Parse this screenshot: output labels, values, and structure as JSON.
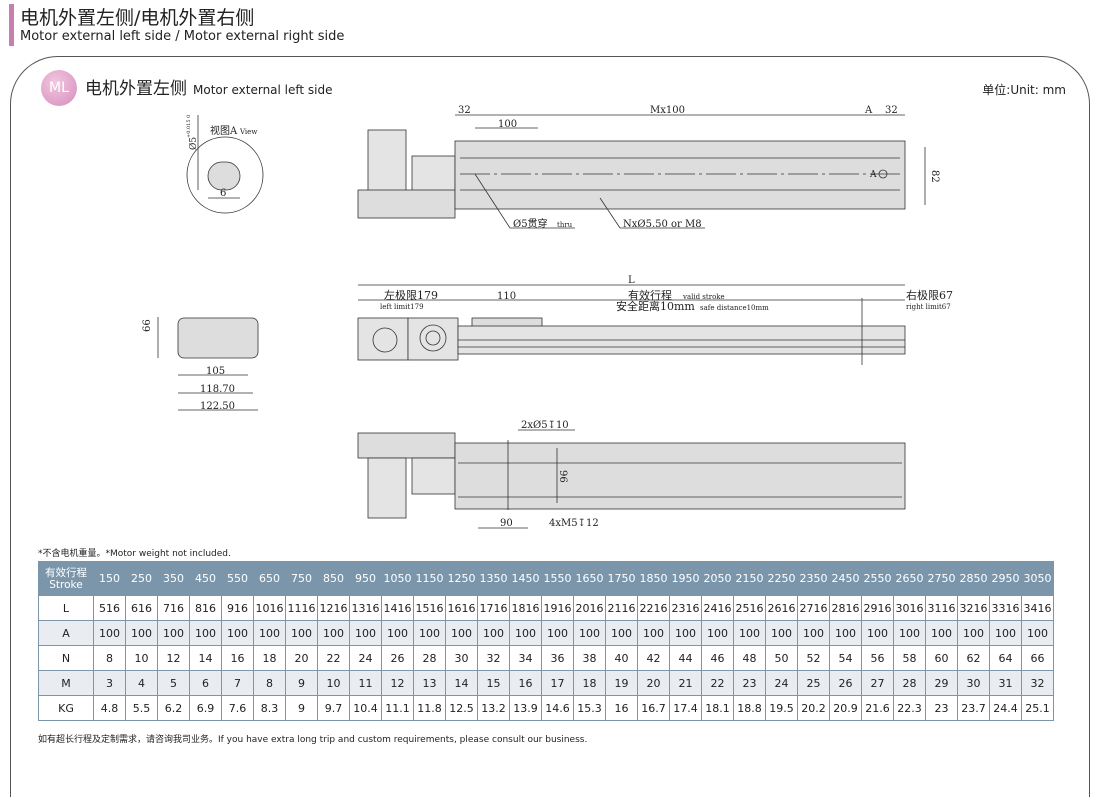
{
  "header": {
    "title": "电机外置左侧/电机外置右侧",
    "subtitle": "Motor external left side / Motor external right side"
  },
  "section": {
    "badge": "ML",
    "title": "电机外置左侧",
    "title_en": "Motor external left side",
    "unit": "单位:Unit: mm"
  },
  "drawing": {
    "view_a": {
      "label": "视图A",
      "label_en": "View",
      "dia": "Ø5",
      "tol": "+0.015 0",
      "width": "6"
    },
    "top": {
      "d32_left": "32",
      "mx100": "Mx100",
      "d_a": "A",
      "d32_right": "32",
      "d100": "100",
      "d82": "82",
      "a_mark": "A",
      "thru_hole": "Ø5贯穿",
      "thru_en": "thru",
      "holes": "NxØ5.50 or M8"
    },
    "side": {
      "L": "L",
      "left_limit": "左极限179",
      "left_limit_en": "left limit179",
      "d110": "110",
      "stroke": "有效行程",
      "stroke_en": "valid stroke",
      "safe": "安全距离10mm",
      "safe_en": "safe distance10mm",
      "right_limit": "右极限67",
      "right_limit_en": "right limit67"
    },
    "end": {
      "d66": "66",
      "d105": "105",
      "d118": "118.70",
      "d122": "122.50"
    },
    "bottom": {
      "pins": "2xØ5↧10",
      "d96": "96",
      "d90": "90",
      "screws": "4xM5↧12"
    }
  },
  "table": {
    "note": "*不含电机重量。*Motor weight not included.",
    "header_cn": "有效行程",
    "header_en": "Stroke",
    "strokes": [
      "150",
      "250",
      "350",
      "450",
      "550",
      "650",
      "750",
      "850",
      "950",
      "1050",
      "1150",
      "1250",
      "1350",
      "1450",
      "1550",
      "1650",
      "1750",
      "1850",
      "1950",
      "2050",
      "2150",
      "2250",
      "2350",
      "2450",
      "2550",
      "2650",
      "2750",
      "2850",
      "2950",
      "3050"
    ],
    "rows": [
      {
        "label": "L",
        "values": [
          "516",
          "616",
          "716",
          "816",
          "916",
          "1016",
          "1116",
          "1216",
          "1316",
          "1416",
          "1516",
          "1616",
          "1716",
          "1816",
          "1916",
          "2016",
          "2116",
          "2216",
          "2316",
          "2416",
          "2516",
          "2616",
          "2716",
          "2816",
          "2916",
          "3016",
          "3116",
          "3216",
          "3316",
          "3416"
        ]
      },
      {
        "label": "A",
        "values": [
          "100",
          "100",
          "100",
          "100",
          "100",
          "100",
          "100",
          "100",
          "100",
          "100",
          "100",
          "100",
          "100",
          "100",
          "100",
          "100",
          "100",
          "100",
          "100",
          "100",
          "100",
          "100",
          "100",
          "100",
          "100",
          "100",
          "100",
          "100",
          "100",
          "100"
        ]
      },
      {
        "label": "N",
        "values": [
          "8",
          "10",
          "12",
          "14",
          "16",
          "18",
          "20",
          "22",
          "24",
          "26",
          "28",
          "30",
          "32",
          "34",
          "36",
          "38",
          "40",
          "42",
          "44",
          "46",
          "48",
          "50",
          "52",
          "54",
          "56",
          "58",
          "60",
          "62",
          "64",
          "66"
        ]
      },
      {
        "label": "M",
        "values": [
          "3",
          "4",
          "5",
          "6",
          "7",
          "8",
          "9",
          "10",
          "11",
          "12",
          "13",
          "14",
          "15",
          "16",
          "17",
          "18",
          "19",
          "20",
          "21",
          "22",
          "23",
          "24",
          "25",
          "26",
          "27",
          "28",
          "29",
          "30",
          "31",
          "32"
        ]
      },
      {
        "label": "KG",
        "values": [
          "4.8",
          "5.5",
          "6.2",
          "6.9",
          "7.6",
          "8.3",
          "9",
          "9.7",
          "10.4",
          "11.1",
          "11.8",
          "12.5",
          "13.2",
          "13.9",
          "14.6",
          "15.3",
          "16",
          "16.7",
          "17.4",
          "18.1",
          "18.8",
          "19.5",
          "20.2",
          "20.9",
          "21.6",
          "22.3",
          "23",
          "23.7",
          "24.4",
          "25.1"
        ]
      }
    ],
    "footer": "如有超长行程及定制需求，请咨询我司业务。If you have extra long trip and custom requirements, please consult our business."
  }
}
